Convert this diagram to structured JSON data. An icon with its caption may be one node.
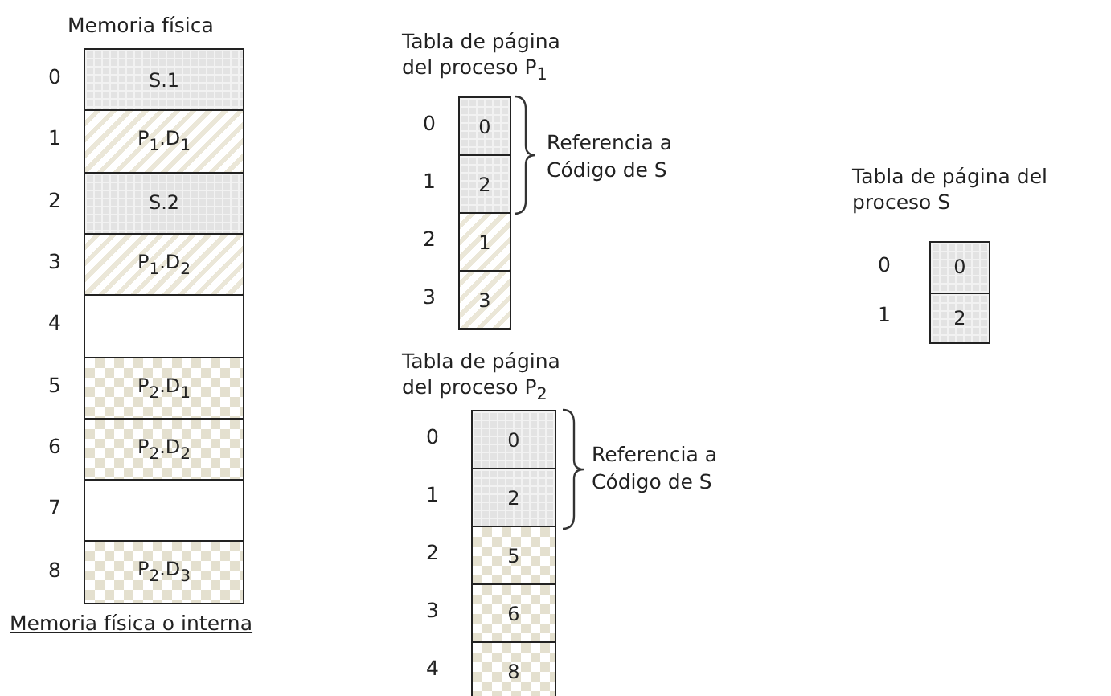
{
  "diagram": {
    "nodes": [
      {
        "text": [
          "Memoria física"
        ],
        "beside": [
          "Memoria física o interna"
        ]
      },
      {
        "text": [
          "S.1"
        ],
        "in": 0,
        "beside": [
          "0"
        ]
      },
      {
        "text": [
          "P$_{1}$.D$_{1}$"
        ],
        "in": 0,
        "beside": [
          "1"
        ]
      },
      {
        "text": [
          "S.2"
        ],
        "in": 0,
        "beside": [
          "2"
        ]
      },
      {
        "text": [
          "P$_{1}$.D$_{2}$"
        ],
        "in": 0,
        "beside": [
          "3"
        ]
      },
      {
        "text": [],
        "shape": "box",
        "in": 0,
        "beside": [
          "4"
        ]
      },
      {
        "text": [
          "P$_{2}$.D$_{1}$"
        ],
        "in": 0,
        "beside": [
          "5"
        ]
      },
      {
        "text": [
          "P$_{2}$.D$_{2}$"
        ],
        "in": 0,
        "beside": [
          "6"
        ]
      },
      {
        "text": [],
        "shape": "box",
        "in": 0,
        "beside": [
          "7"
        ]
      },
      {
        "text": [
          "P$_{2}$.D$_{3}$"
        ],
        "in": 0,
        "beside": [
          "8"
        ]
      },
      {
        "text": [
          "Tabla de página del proceso P$_{1}$"
        ]
      },
      {
        "text": [
          "0"
        ],
        "in": 10,
        "beside": [
          "0"
        ]
      },
      {
        "text": [
          "2"
        ],
        "in": 10,
        "beside": [
          "1"
        ]
      },
      {
        "text": [
          "1"
        ],
        "in": 10,
        "beside": [
          "2"
        ]
      },
      {
        "text": [
          "3"
        ],
        "in": 10,
        "beside": [
          "3"
        ]
      },
      {
        "text": [
          "Tabla de página del proceso P$_{2}$"
        ]
      },
      {
        "text": [
          "0"
        ],
        "in": 15,
        "beside": [
          "0"
        ]
      },
      {
        "text": [
          "2"
        ],
        "in": 15,
        "beside": [
          "1"
        ]
      },
      {
        "text": [
          "5"
        ],
        "in": 15,
        "beside": [
          "2"
        ]
      },
      {
        "text": [
          "6"
        ],
        "in": 15,
        "beside": [
          "3"
        ]
      },
      {
        "text": [
          "8"
        ],
        "in": 15,
        "beside": [
          "4"
        ]
      },
      {
        "text": [
          "Tabla de página del proceso S"
        ]
      },
      {
        "text": [
          "0"
        ],
        "in": 21,
        "beside": [
          "0"
        ]
      },
      {
        "text": [
          "2"
        ],
        "in": 21,
        "beside": [
          "1"
        ]
      }
    ],
    "labels": [
      "Referencia a Código de S",
      "Referencia a Código de S"
    ]
  }
}
